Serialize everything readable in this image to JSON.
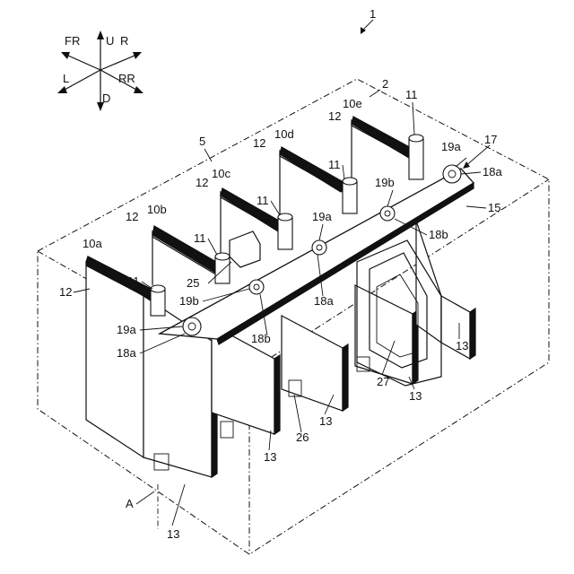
{
  "figure": {
    "ref_main": "1",
    "ref_box": "2",
    "ref_case": "5",
    "ref_rail": "15",
    "ref_joint": "17",
    "ref_frame": "25",
    "ref_frame2": "26",
    "ref_frame3": "27",
    "axis_line_label": "A"
  },
  "directions": {
    "fr": "FR",
    "u": "U",
    "r": "R",
    "l": "L",
    "rr": "RR",
    "d": "D"
  },
  "labels": {
    "fin_10a": "10a",
    "fin_10b": "10b",
    "fin_10c": "10c",
    "fin_10d": "10d",
    "fin_10e": "10e",
    "plate_12": "12",
    "boss_11": "11",
    "plate_13": "13",
    "hole_19a": "19a",
    "hole_19b": "19b",
    "part_18a": "18a",
    "part_18b": "18b"
  }
}
